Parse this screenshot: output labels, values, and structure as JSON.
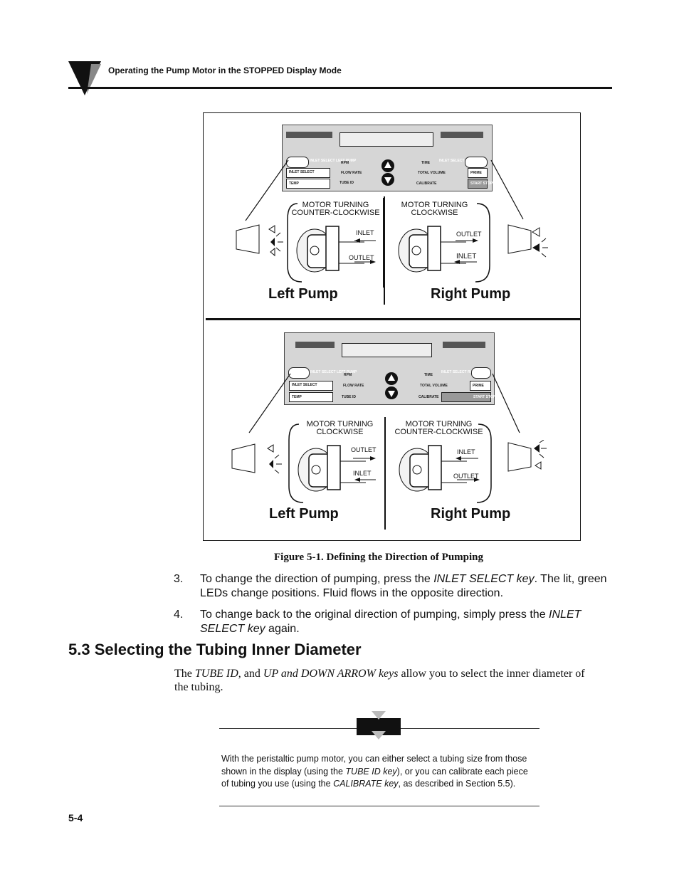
{
  "header": {
    "title": "Operating the Pump Motor in the STOPPED Display Mode"
  },
  "figure": {
    "caption": "Figure 5-1.  Defining the Direction of Pumping",
    "panel_keys": {
      "inlet_select_left": "INLET SELECT LEFT PUMP",
      "rpm": "RPM",
      "time": "TIME",
      "inlet_select_right": "INLET SELECT RIGHT PUMP",
      "inlet_select": "INLET SELECT",
      "flow_rate": "FLOW RATE",
      "total_volume": "TOTAL VOLUME",
      "prime": "PRIME",
      "temp": "TEMP",
      "tube_id": "TUBE ID",
      "calibrate": "CALIBRATE",
      "start_stop": "START STOP"
    },
    "top": {
      "left_motor": "MOTOR TURNING\nCOUNTER-CLOCKWISE",
      "right_motor": "MOTOR TURNING\nCLOCKWISE",
      "left_inlet": "INLET",
      "left_outlet": "OUTLET",
      "right_outlet": "OUTLET",
      "right_inlet": "INLET",
      "left_pump": "Left Pump",
      "right_pump": "Right Pump"
    },
    "bottom": {
      "left_motor": "MOTOR TURNING\nCLOCKWISE",
      "right_motor": "MOTOR TURNING\nCOUNTER-CLOCKWISE",
      "left_outlet": "OUTLET",
      "left_inlet": "INLET",
      "right_inlet": "INLET",
      "right_outlet": "OUTLET",
      "left_pump": "Left Pump",
      "right_pump": "Right Pump"
    }
  },
  "steps": [
    {
      "num": "3.",
      "pre": "To change the direction of pumping, press the ",
      "em": "INLET SELECT key",
      "post": ".  The lit, green LEDs change positions.  Fluid flows in the opposite direction."
    },
    {
      "num": "4.",
      "pre": "To change back to the original direction of pumping, simply press the ",
      "em": "INLET SELECT key",
      "post": " again."
    }
  ],
  "section": {
    "title": "5.3  Selecting the Tubing Inner Diameter"
  },
  "intro": {
    "pre": "The ",
    "em1": "TUBE ID",
    "mid": ", and ",
    "em2": "UP and DOWN ARROW keys",
    "post": " allow you to select the inner diameter of the tubing."
  },
  "note": {
    "p1": "With the peristaltic pump motor, you can either select a tubing size from those shown in the display (using the ",
    "em1": "TUBE ID key",
    "p2": "), or you can calibrate each piece of tubing you use (using the ",
    "em2": "CALIBRATE key",
    "p3": ", as described in Section 5.5)."
  },
  "page_number": "5-4"
}
